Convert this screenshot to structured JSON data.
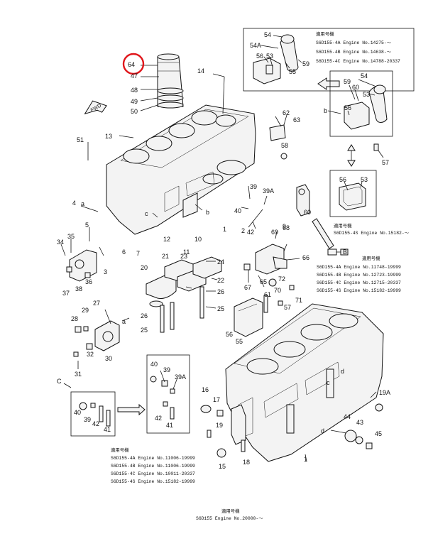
{
  "callouts": {
    "highlighted": "64",
    "liner": [
      "47",
      "48",
      "49",
      "50"
    ],
    "block_top": [
      "14",
      "13",
      "51",
      "4",
      "a",
      "c",
      "b",
      "2",
      "1"
    ],
    "left_side": [
      "35",
      "34",
      "3",
      "5",
      "6",
      "7",
      "11",
      "10",
      "12",
      "36",
      "37",
      "38"
    ],
    "main_bearing": [
      "20",
      "21",
      "22",
      "23",
      "24",
      "26",
      "25",
      "8",
      "9"
    ],
    "front": [
      "28",
      "29",
      "27",
      "a",
      "32",
      "30",
      "31"
    ],
    "right_side": [
      "62",
      "63",
      "58",
      "60",
      "39",
      "39A",
      "40",
      "42",
      "69",
      "68",
      "66",
      "67",
      "65",
      "72",
      "70",
      "71",
      "61",
      "57",
      "56",
      "55"
    ],
    "lower_block": [
      "1",
      "16",
      "17",
      "19",
      "19A",
      "18",
      "15",
      "43",
      "44",
      "45",
      "d",
      "c",
      "d"
    ],
    "detail_c_small": [
      "C",
      "40",
      "39",
      "42",
      "41"
    ],
    "detail_c_large": [
      "40",
      "39",
      "39A",
      "42",
      "41"
    ],
    "inset_top": [
      "54",
      "54A",
      "56",
      "53",
      "59",
      "55"
    ],
    "inset_right": [
      "54",
      "59",
      "60",
      "53",
      "b",
      "56",
      "57"
    ],
    "inset_56_53": [
      "56",
      "53"
    ],
    "detail_b": [
      "B"
    ]
  },
  "notes": {
    "top_inset": {
      "heading": "適用号機",
      "lines": [
        "S6D155-4A Engine No.14275-～",
        "S6D155-4B Engine No.14638-～",
        "S6D155-4C Engine No.14788-20337"
      ]
    },
    "right_inset": {
      "heading": "適用号機",
      "lines": [
        "S6D155-4S Engine No.15182-～"
      ]
    },
    "mid_right": {
      "heading": "適用号機",
      "lines": [
        "S6D155-4A Engine No.11748-19999",
        "S6D155-4B Engine No.12723-19999",
        "S6D155-4C Engine No.12715-20337",
        "S6D155-4S Engine No.15182-19999"
      ]
    },
    "bottom_left": {
      "heading": "適用号機",
      "lines": [
        "S6D155-4A Engine No.11006-19999",
        "S6D155-4B Engine No.11006-19999",
        "S6D155-4C Engine No.10011-20337",
        "S6D155-4S Engine No.15182-19999"
      ]
    },
    "bottom_center": {
      "heading": "適用号機",
      "lines": [
        "S6D155 Engine No.20000-～"
      ]
    }
  },
  "colors": {
    "highlight": "#e0161b",
    "ink": "#111111"
  }
}
